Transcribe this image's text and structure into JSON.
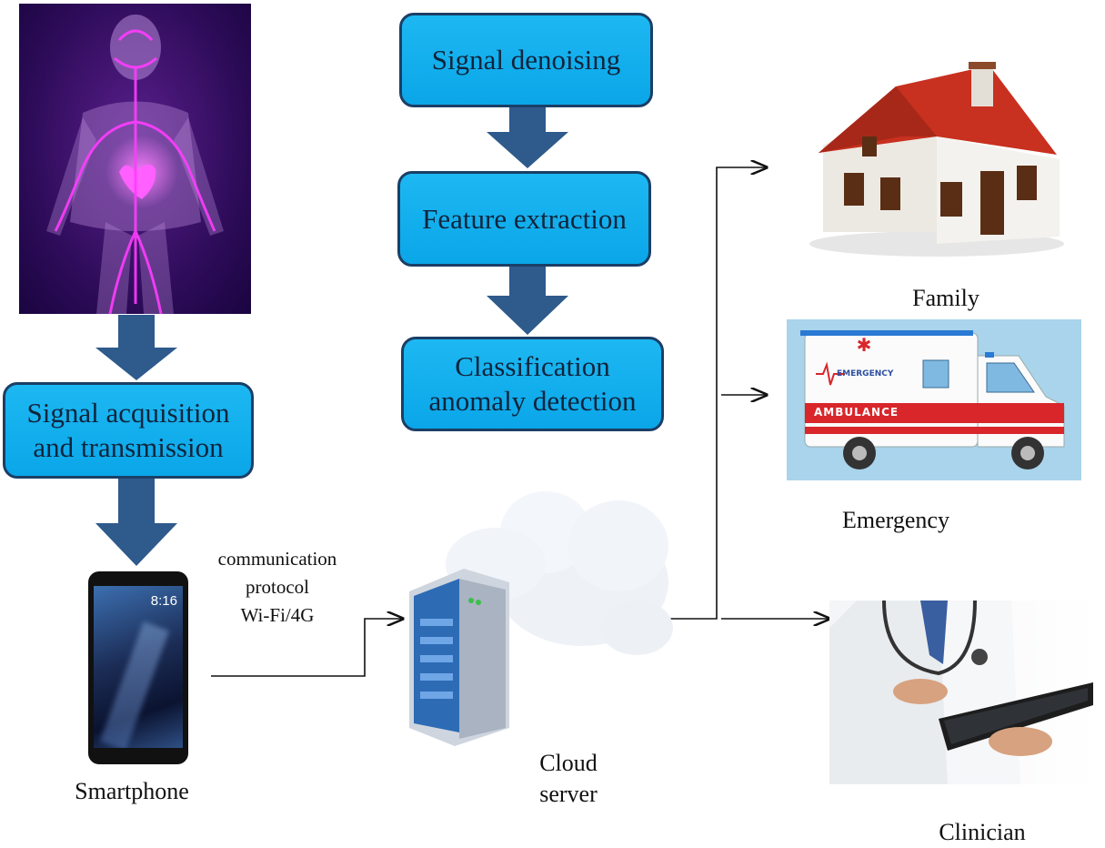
{
  "steps": {
    "denoising": "Signal denoising",
    "feature": "Feature extraction",
    "classification_line1": "Classification",
    "classification_line2": "anomaly detection",
    "acquisition_line1": "Signal acquisition",
    "acquisition_line2": "and transmission"
  },
  "labels": {
    "protocol_line1": "communication",
    "protocol_line2": "protocol",
    "protocol_line3": "Wi-Fi/4G",
    "smartphone": "Smartphone",
    "cloud_line1": "Cloud",
    "cloud_line2": "server",
    "family": "Family",
    "emergency": "Emergency",
    "clinician": "Clinician"
  },
  "ambulance": {
    "sign_top": "EMERGENCY",
    "sign_side": "AMBULANCE"
  },
  "phone": {
    "clock": "8:16"
  },
  "colors": {
    "box_fill": "#0aa6e8",
    "box_border": "#1b3f66",
    "arrow": "#2e5a8c",
    "body_glow": "#e040ff",
    "roof": "#c8301f"
  }
}
